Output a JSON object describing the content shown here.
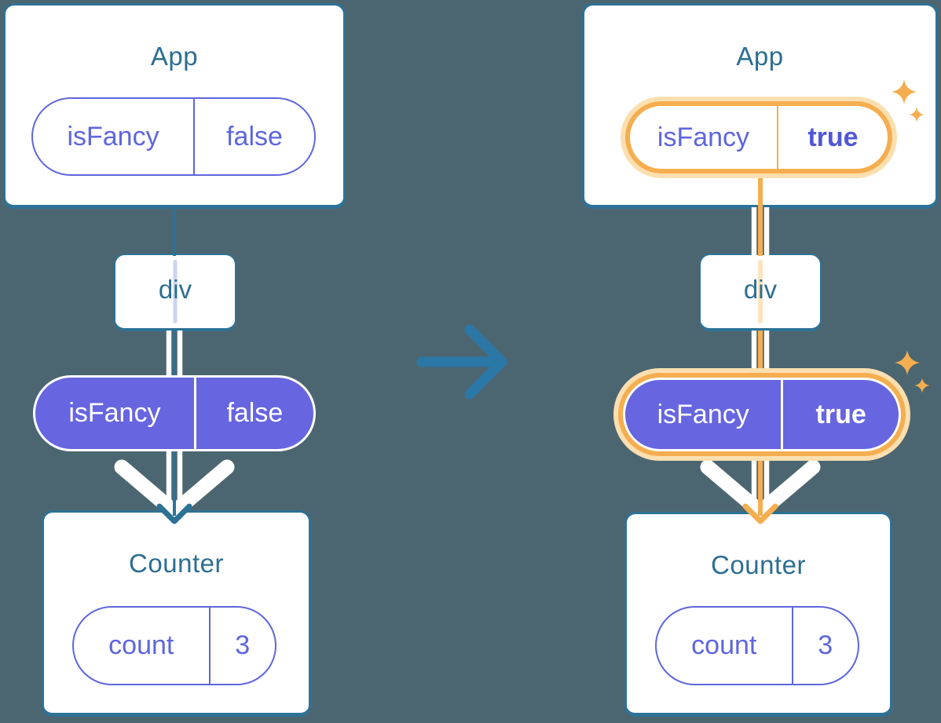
{
  "colors": {
    "background": "#4C6671",
    "card": "#FFFFFF",
    "teal_stroke": "#2D7296",
    "heading_text": "#2C6E92",
    "purple_fill": "#6765E0",
    "purple_text": "#5E66DD",
    "purple_text_bold": "#5157D6",
    "orange": "#F5AE4F",
    "orange_glow": "#FBDFB0",
    "pale_blue_stripe": "#CBD6EE",
    "pale_orange_stripe": "#FBE3BD",
    "transition_arrow_blue": "#2B77A6",
    "white": "#FFFFFF"
  },
  "icons": {
    "transition_arrow": "right-arrow-icon",
    "sparkle": "sparkle-icon",
    "down_arrowhead": "down-arrowhead-icon",
    "funnel_chevron": "white-chevron-icon"
  },
  "before": {
    "app": {
      "title": "App",
      "prop": {
        "name": "isFancy",
        "value": "false"
      }
    },
    "div": {
      "label": "div"
    },
    "passed_prop": {
      "name": "isFancy",
      "value": "false"
    },
    "counter": {
      "title": "Counter",
      "state": {
        "name": "count",
        "value": "3"
      }
    }
  },
  "after": {
    "app": {
      "title": "App",
      "prop": {
        "name": "isFancy",
        "value": "true"
      }
    },
    "div": {
      "label": "div"
    },
    "passed_prop": {
      "name": "isFancy",
      "value": "true"
    },
    "counter": {
      "title": "Counter",
      "state": {
        "name": "count",
        "value": "3"
      }
    }
  }
}
